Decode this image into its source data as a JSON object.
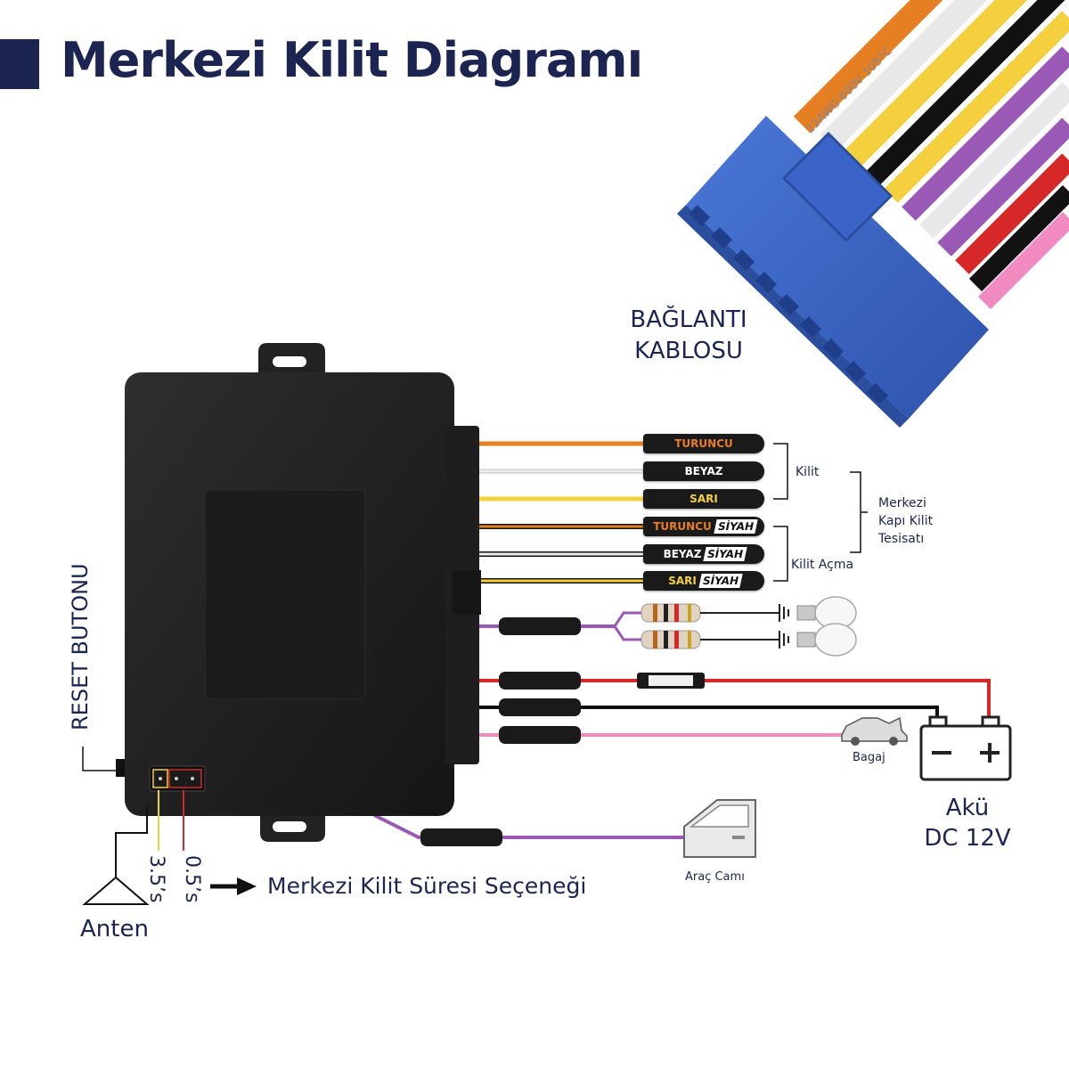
{
  "title": "Merkezi Kilit Diagramı",
  "connector_label": [
    "BAĞLANTI",
    "KABLOSU"
  ],
  "wire_tags": [
    {
      "main": "TURUNCU",
      "main_color": "#e67e22",
      "sub": ""
    },
    {
      "main": "BEYAZ",
      "main_color": "#ffffff",
      "sub": ""
    },
    {
      "main": "SARI",
      "main_color": "#f4d03f",
      "sub": ""
    },
    {
      "main": "TURUNCU",
      "main_color": "#e67e22",
      "sub": "SİYAH"
    },
    {
      "main": "BEYAZ",
      "main_color": "#ffffff",
      "sub": "SİYAH"
    },
    {
      "main": "SARI",
      "main_color": "#f4d03f",
      "sub": "SİYAH"
    }
  ],
  "group_labels": {
    "kilit": "Kilit",
    "kilit_acma": "Kilit Açma",
    "central": [
      "Merkezi",
      "Kapı Kilit",
      "Tesisatı"
    ]
  },
  "reset_label": "RESET BUTONU",
  "antenna_label": "Anten",
  "timing": {
    "option1": "3.5’s",
    "option2": "0.5’s",
    "label": "Merkezi Kilit Süresi Seçeneği"
  },
  "trunk_label": "Bagaj",
  "battery_label": [
    "Akü",
    "DC 12V"
  ],
  "window_label": "Araç Camı",
  "cable_print": "22AWG 600V 105°C",
  "colors": {
    "navy": "#1c2452",
    "orange": "#e67e22",
    "white_wire": "#e8e8e8",
    "yellow": "#f4d03f",
    "purple": "#9b59b6",
    "red": "#d62828",
    "pink": "#f08ac0",
    "black": "#111111",
    "connector_blue": "#3a64c8"
  }
}
